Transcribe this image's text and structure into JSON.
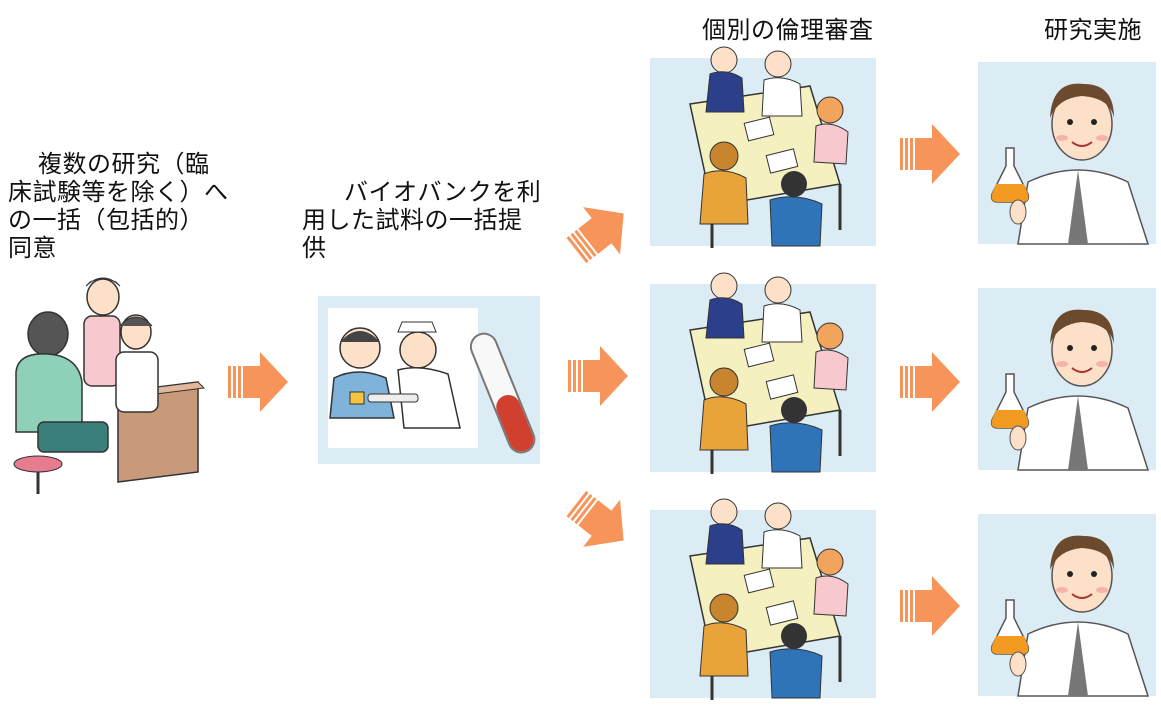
{
  "consent": {
    "line1": "複数の研究（臨",
    "line2": "床試験等を除く）へ",
    "line3": "の一括（包括的）",
    "line4": "同意"
  },
  "biobank": {
    "line1": "バイオバンクを利",
    "line2": "用した試料の一括提",
    "line3": "供"
  },
  "headers": {
    "ethics": "個別の倫理審査",
    "research": "研究実施"
  },
  "colors": {
    "arrow": "#f7945a",
    "panel_bg": "#dcecf5",
    "table": "#f4f0c0"
  }
}
